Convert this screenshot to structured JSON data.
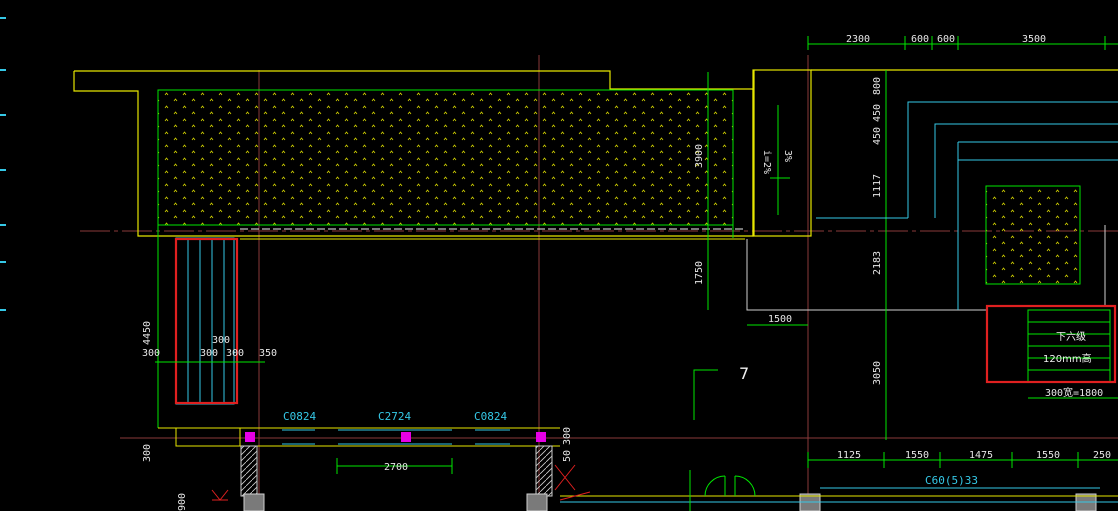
{
  "colors": {
    "yellow": "#e6e600",
    "green": "#00e600",
    "cyan": "#35c8e6",
    "white": "#f0f0f0",
    "red": "#e02020",
    "magenta": "#e600e6",
    "brown_axis": "#8a3a3a",
    "hatch_yellow": "#d8d800"
  },
  "dims_top": {
    "d2300": "2300",
    "d600a": "600",
    "d600b": "600",
    "d3500": "3500"
  },
  "dims_right_vertical": {
    "d800": "800",
    "d450a": "450",
    "d450b": "450",
    "d1117": "1117",
    "d2183": "2183",
    "d3050": "3050"
  },
  "dims_left": {
    "d4450": "4450",
    "d300_low": "300",
    "d300_a": "300",
    "d300_b": "300",
    "d300_c": "300",
    "d300_top": "300",
    "d350": "350",
    "d900": "900"
  },
  "dims_middle": {
    "d3900": "3900",
    "d1750": "1750",
    "d1500": "1500",
    "d2700": "2700",
    "d50": "50",
    "d300_w": "300"
  },
  "dims_bottom": {
    "d1125": "1125",
    "d1550a": "1550",
    "d1475": "1475",
    "d1550b": "1550",
    "d250": "250"
  },
  "slope_label": "i=2%",
  "slope_value": "3%",
  "window_labels": {
    "left": "C0824",
    "center": "C2724",
    "right": "C0824",
    "lower_right": "C60(5)33"
  },
  "stair_labels": {
    "down": "下六级",
    "riser": "120mm高",
    "tread": "300宽=1800"
  },
  "room_number": "7"
}
